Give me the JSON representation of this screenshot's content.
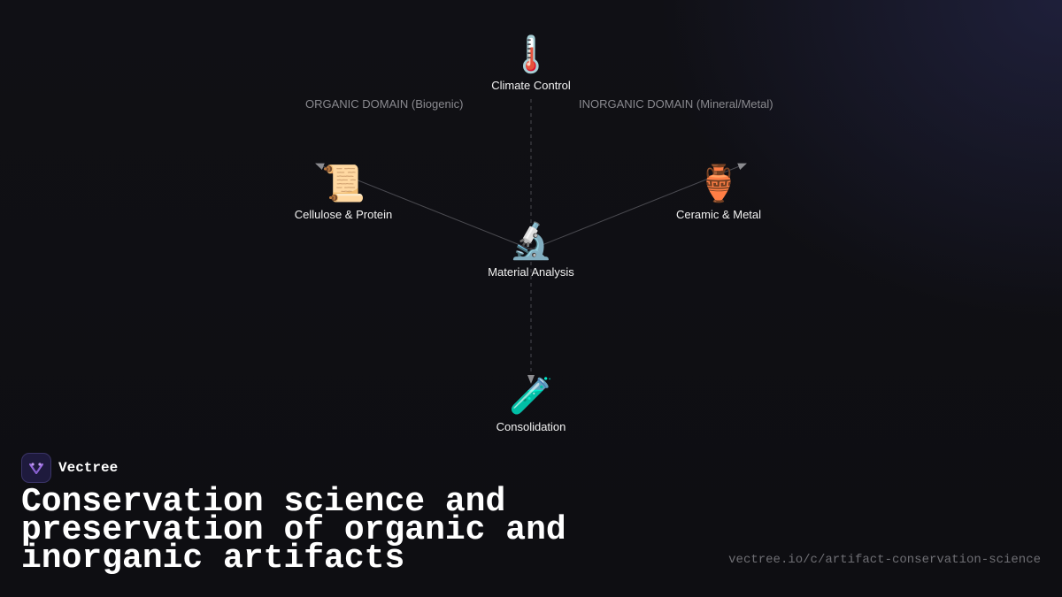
{
  "diagram": {
    "domains": {
      "organic": "ORGANIC DOMAIN (Biogenic)",
      "inorganic": "INORGANIC DOMAIN (Mineral/Metal)"
    },
    "nodes": {
      "climate": {
        "icon": "🌡️",
        "icon_name": "thermometer-icon",
        "label": "Climate Control"
      },
      "organic": {
        "icon": "📜",
        "icon_name": "scroll-icon",
        "label": "Cellulose & Protein"
      },
      "inorganic": {
        "icon": "🏺",
        "icon_name": "amphora-icon",
        "label": "Ceramic & Metal"
      },
      "analysis": {
        "icon": "🔬",
        "icon_name": "microscope-icon",
        "label": "Material Analysis"
      },
      "consolidation": {
        "icon": "🧪",
        "icon_name": "test-tube-icon",
        "label": "Consolidation"
      }
    },
    "edges": [
      {
        "from": "analysis",
        "to": "organic",
        "style": "solid"
      },
      {
        "from": "analysis",
        "to": "inorganic",
        "style": "solid"
      },
      {
        "from": "climate",
        "to": "consolidation",
        "style": "dashed"
      }
    ],
    "colors": {
      "edge": "#4a4a50",
      "arrow": "#8c8c90"
    }
  },
  "brand": {
    "name": "Vectree",
    "accent": "#a070e8"
  },
  "title": "Conservation science and preservation of organic and inorganic artifacts",
  "url": "vectree.io/c/artifact-conservation-science"
}
